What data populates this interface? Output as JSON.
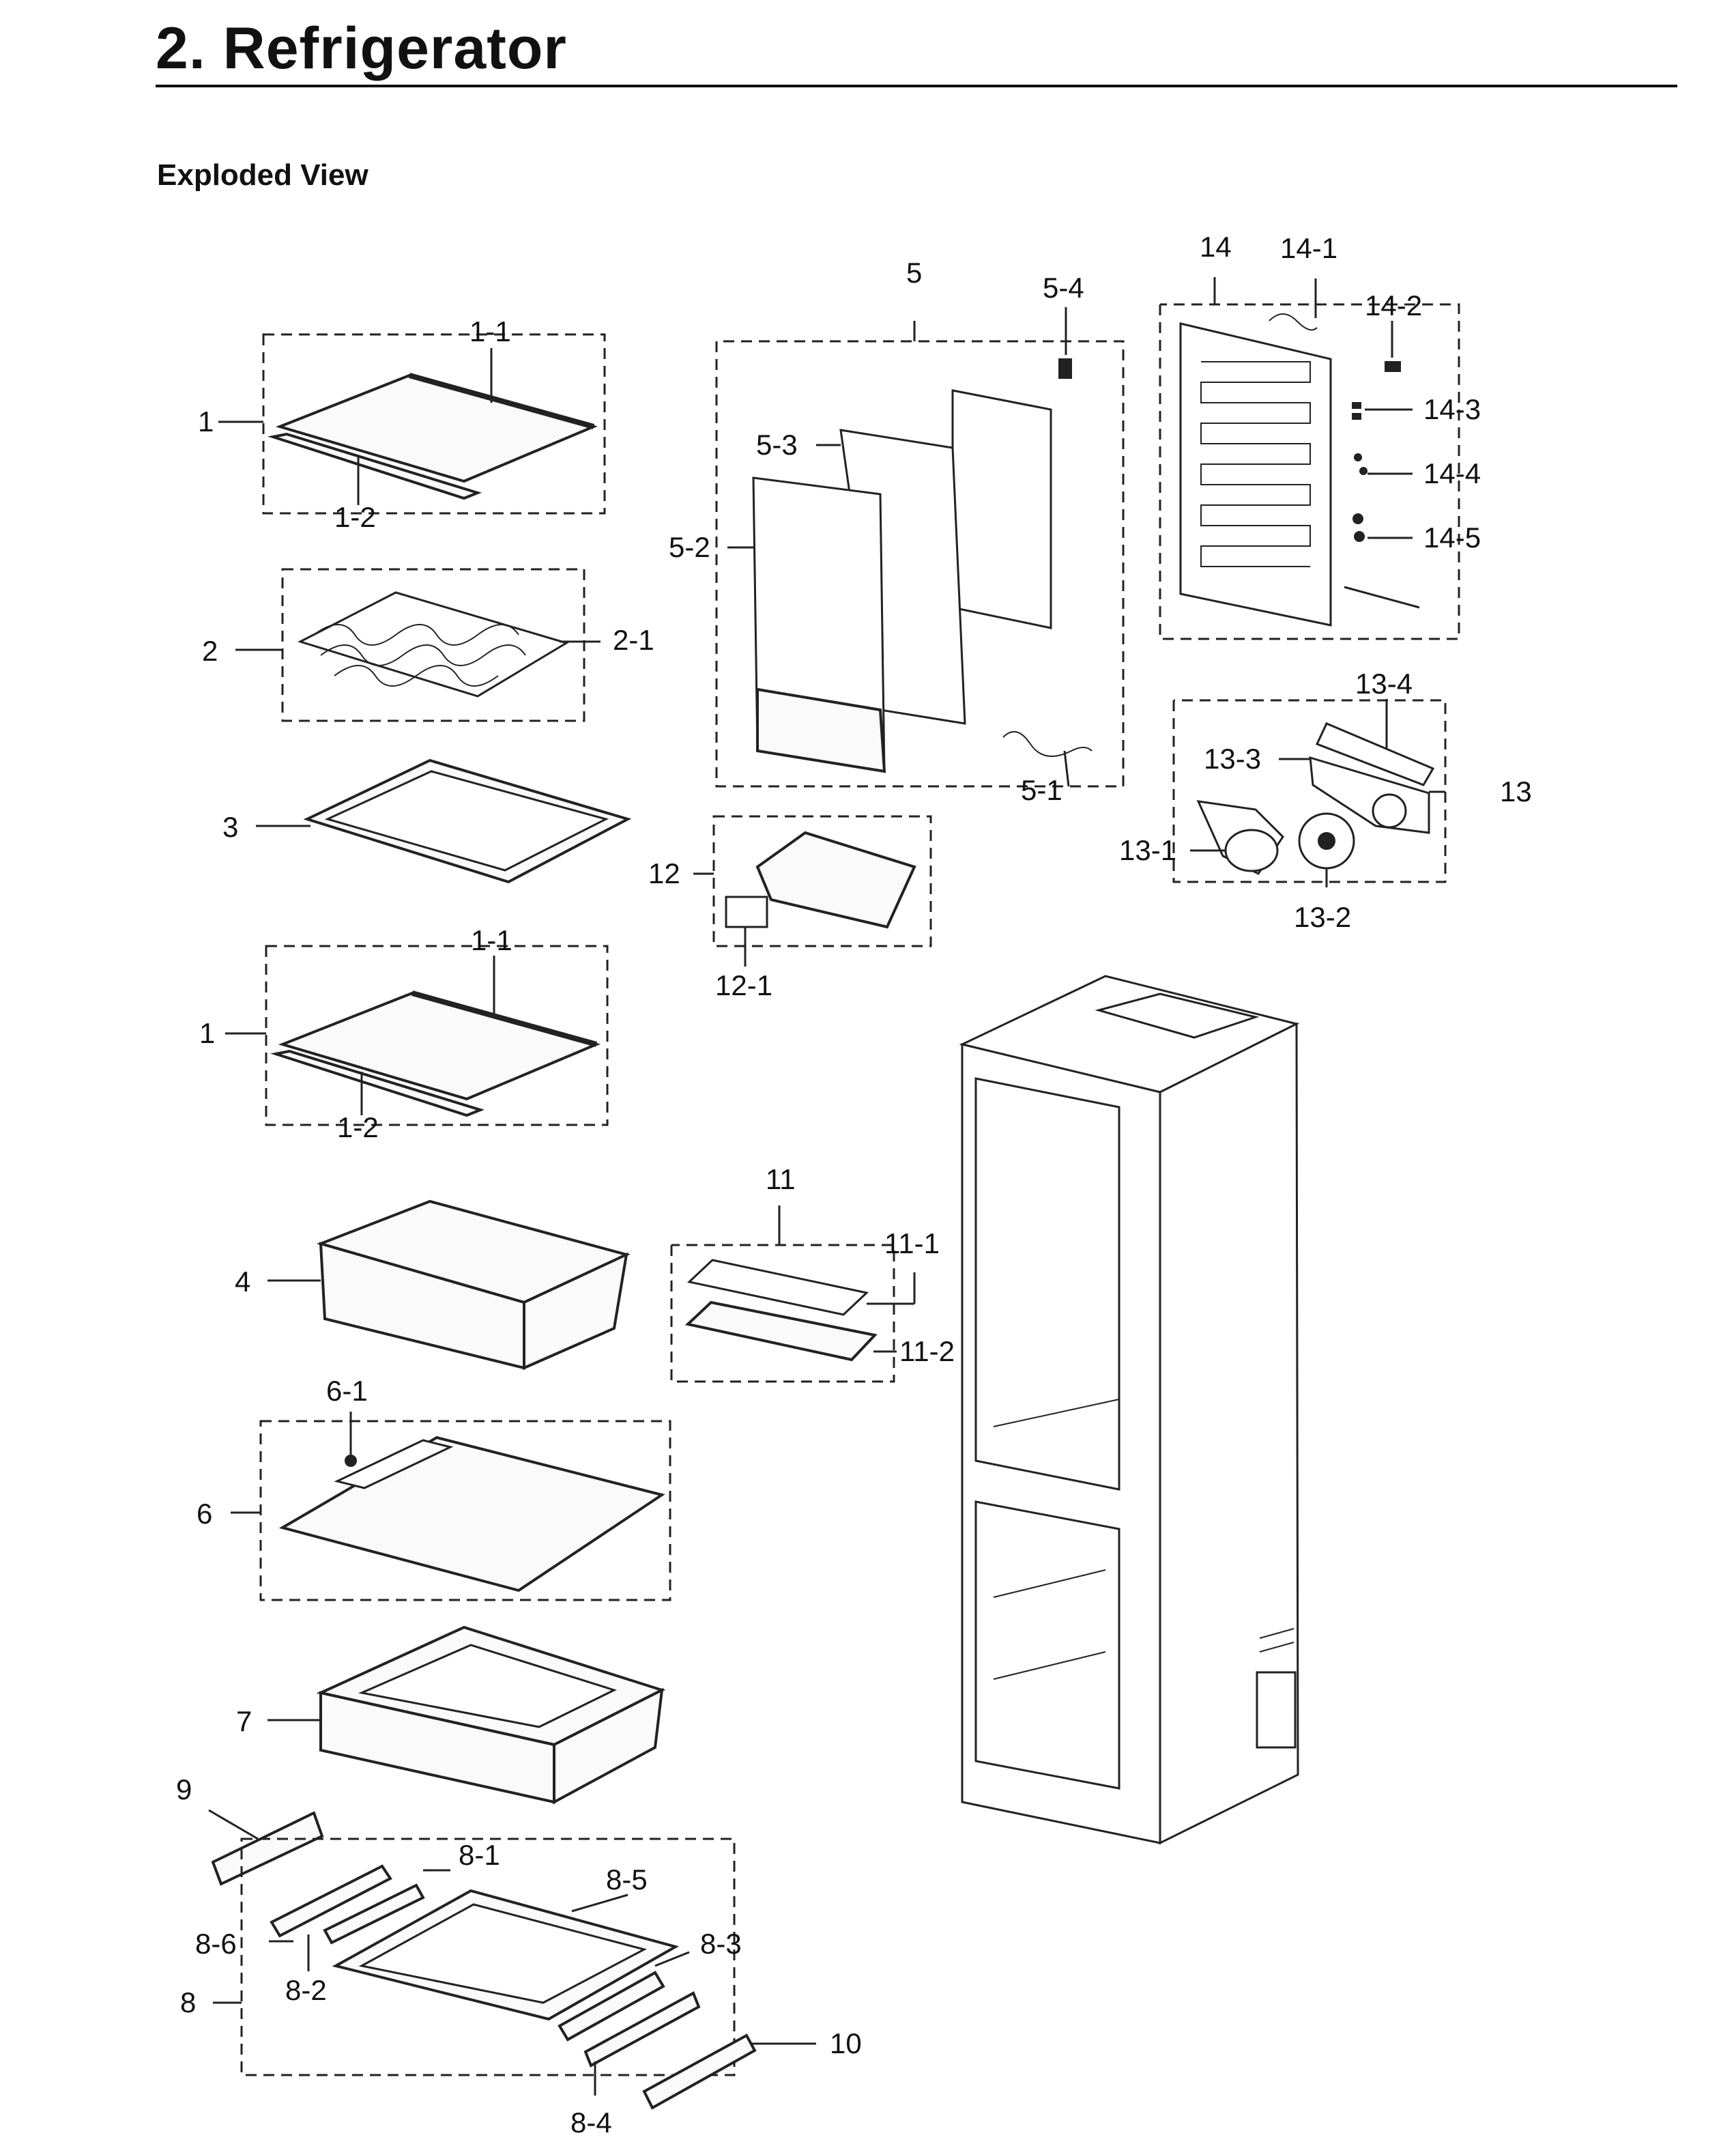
{
  "header": {
    "title": "2.  Refrigerator",
    "subtitle": "Exploded View"
  },
  "callouts": [
    "1",
    "1-1",
    "1-2",
    "2",
    "2-1",
    "3",
    "1",
    "1-1",
    "1-2",
    "4",
    "6-1",
    "6",
    "7",
    "9",
    "8-1",
    "8-5",
    "8-6",
    "8-3",
    "8-2",
    "8",
    "10",
    "8-4",
    "5",
    "5-4",
    "5-3",
    "5-2",
    "5-1",
    "12",
    "12-1",
    "14",
    "14-1",
    "14-2",
    "14-3",
    "14-4",
    "14-5",
    "13-4",
    "13-3",
    "13",
    "13-1",
    "13-2",
    "11",
    "11-1",
    "11-2"
  ]
}
